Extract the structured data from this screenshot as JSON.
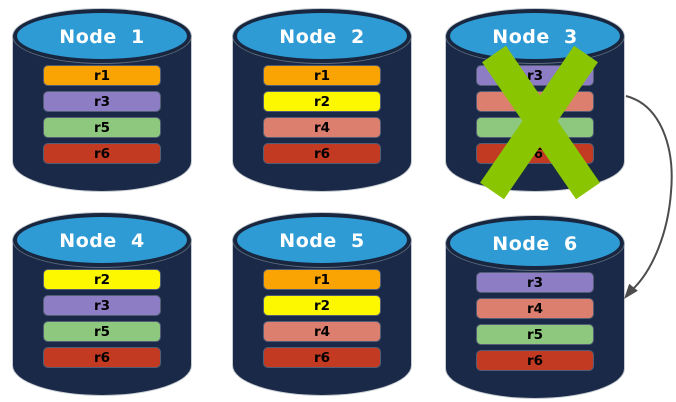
{
  "diagram": {
    "description_labels": {},
    "nodes": [
      {
        "name": "Node  1",
        "replicas": [
          {
            "label": "r1",
            "color": "#F9A402"
          },
          {
            "label": "r3",
            "color": "#8C7DC4"
          },
          {
            "label": "r5",
            "color": "#8DC87E"
          },
          {
            "label": "r6",
            "color": "#C23A22"
          }
        ]
      },
      {
        "name": "Node  2",
        "replicas": [
          {
            "label": "r1",
            "color": "#F9A402"
          },
          {
            "label": "r2",
            "color": "#FDF800"
          },
          {
            "label": "r4",
            "color": "#DC7F6F"
          },
          {
            "label": "r6",
            "color": "#C23A22"
          }
        ]
      },
      {
        "name": "Node  3",
        "status": "failed",
        "replicas": [
          {
            "label": "r3",
            "color": "#8C7DC4"
          },
          {
            "label": "r4",
            "color": "#DC7F6F"
          },
          {
            "label": "r5",
            "color": "#8DC87E"
          },
          {
            "label": "r6",
            "color": "#C23A22"
          }
        ]
      },
      {
        "name": "Node  4",
        "replicas": [
          {
            "label": "r2",
            "color": "#FDF800"
          },
          {
            "label": "r3",
            "color": "#8C7DC4"
          },
          {
            "label": "r5",
            "color": "#8DC87E"
          },
          {
            "label": "r6",
            "color": "#C23A22"
          }
        ]
      },
      {
        "name": "Node  5",
        "replicas": [
          {
            "label": "r1",
            "color": "#F9A402"
          },
          {
            "label": "r2",
            "color": "#FDF800"
          },
          {
            "label": "r4",
            "color": "#DC7F6F"
          },
          {
            "label": "r6",
            "color": "#C23A22"
          }
        ]
      },
      {
        "name": "Node  6",
        "replicas": [
          {
            "label": "r3",
            "color": "#8C7DC4"
          },
          {
            "label": "r4",
            "color": "#DC7F6F"
          },
          {
            "label": "r5",
            "color": "#8DC87E"
          },
          {
            "label": "r6",
            "color": "#C23A22"
          }
        ]
      }
    ],
    "colors": {
      "background": "#FFFFFF",
      "cylinder_body": "#1A2947",
      "cylinder_top": "#2F9BD5",
      "cylinder_border": "#18263F",
      "node_title": "#FFFFFF",
      "replica_label": "#000000",
      "x_mark": "#8AC502",
      "arrow": "#4D4D4D"
    }
  }
}
